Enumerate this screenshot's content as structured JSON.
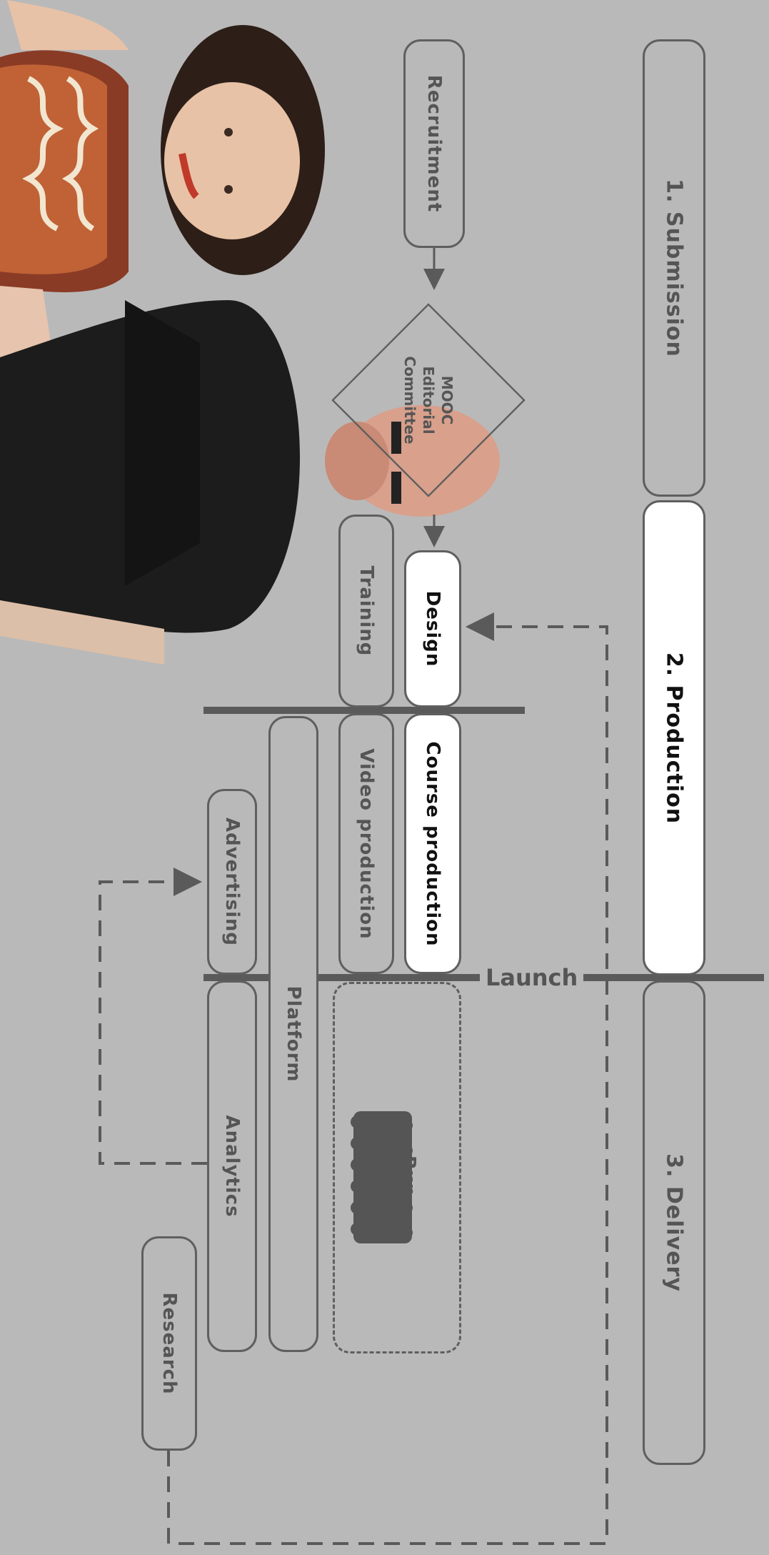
{
  "phases": {
    "submission": "1. Submission",
    "production": "2. Production",
    "delivery": "3. Delivery"
  },
  "steps": {
    "recruitment": "Recruitment",
    "committee_line1": "MOOC",
    "committee_line2": "Editorial",
    "committee_line3": "Committee",
    "design": "Design",
    "training": "Training",
    "course_production": "Course production",
    "video_production": "Video production",
    "advertising": "Advertising",
    "platform": "Platform",
    "analytics": "Analytics",
    "run": "Run",
    "research": "Research"
  },
  "milestone": {
    "launch": "Launch"
  },
  "colors": {
    "background": "#b9b9b9",
    "border": "#5f5f5f",
    "active_fill": "#ffffff",
    "text": "#555555"
  }
}
